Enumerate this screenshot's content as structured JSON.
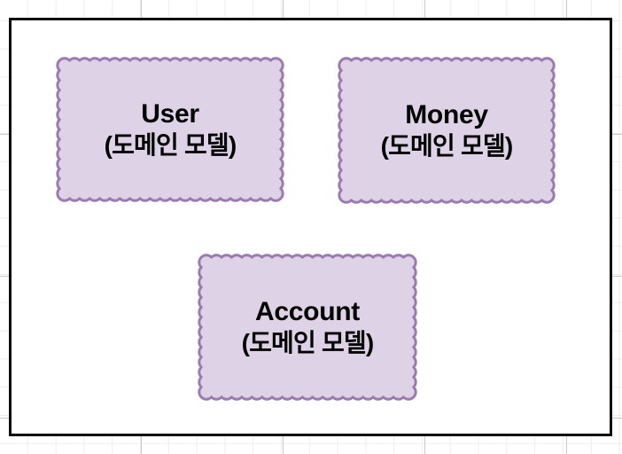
{
  "diagram": {
    "type": "domain-model-diagram",
    "canvas": {
      "background": "grid",
      "frame_color": "#0d0d0d",
      "fill_color": "#ffffff"
    },
    "style": {
      "node_fill": "#ddd2e6",
      "node_border": "#9b7bb0",
      "node_shape": "scalloped-cloud",
      "text_color": "#000000"
    },
    "nodes": [
      {
        "id": "user",
        "title": "User",
        "subtitle": "(도메인 모델)"
      },
      {
        "id": "money",
        "title": "Money",
        "subtitle": "(도메인 모델)"
      },
      {
        "id": "account",
        "title": "Account",
        "subtitle": "(도메인 모델)"
      }
    ]
  }
}
